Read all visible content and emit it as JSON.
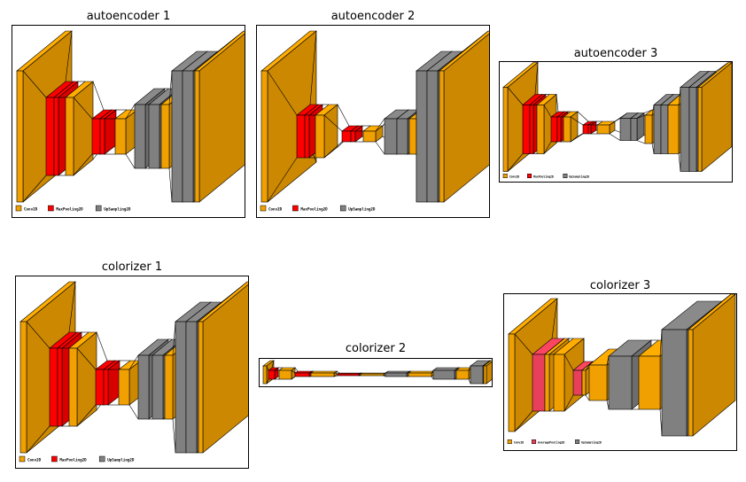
{
  "colors": {
    "conv2d": "#f0a000",
    "maxpooling2d": "#ff0000",
    "upsampling2d": "#808080",
    "averagepooling2d": "#e8405a"
  },
  "panels": [
    {
      "id": "autoencoder-1",
      "title": "autoencoder 1",
      "legend": [
        {
          "label": "Conv2D",
          "color_key": "conv2d"
        },
        {
          "label": "MaxPooling2D",
          "color_key": "maxpooling2d"
        },
        {
          "label": "UpSampling2D",
          "color_key": "upsampling2d"
        }
      ]
    },
    {
      "id": "autoencoder-2",
      "title": "autoencoder 2",
      "legend": [
        {
          "label": "Conv2D",
          "color_key": "conv2d"
        },
        {
          "label": "MaxPooling2D",
          "color_key": "maxpooling2d"
        },
        {
          "label": "UpSampling2D",
          "color_key": "upsampling2d"
        }
      ]
    },
    {
      "id": "autoencoder-3",
      "title": "autoencoder 3",
      "legend": [
        {
          "label": "Conv2D",
          "color_key": "conv2d"
        },
        {
          "label": "MaxPooling2D",
          "color_key": "maxpooling2d"
        },
        {
          "label": "UpSampling2D",
          "color_key": "upsampling2d"
        }
      ]
    },
    {
      "id": "colorizer-1",
      "title": "colorizer 1",
      "legend": [
        {
          "label": "Conv2D",
          "color_key": "conv2d"
        },
        {
          "label": "MaxPooling2D",
          "color_key": "maxpooling2d"
        },
        {
          "label": "UpSampling2D",
          "color_key": "upsampling2d"
        }
      ]
    },
    {
      "id": "colorizer-2",
      "title": "colorizer 2",
      "legend": []
    },
    {
      "id": "colorizer-3",
      "title": "colorizer 3",
      "legend": [
        {
          "label": "Conv2D",
          "color_key": "conv2d"
        },
        {
          "label": "AveragePooling2D",
          "color_key": "averagepooling2d"
        },
        {
          "label": "UpSampling2D",
          "color_key": "upsampling2d"
        }
      ]
    }
  ]
}
